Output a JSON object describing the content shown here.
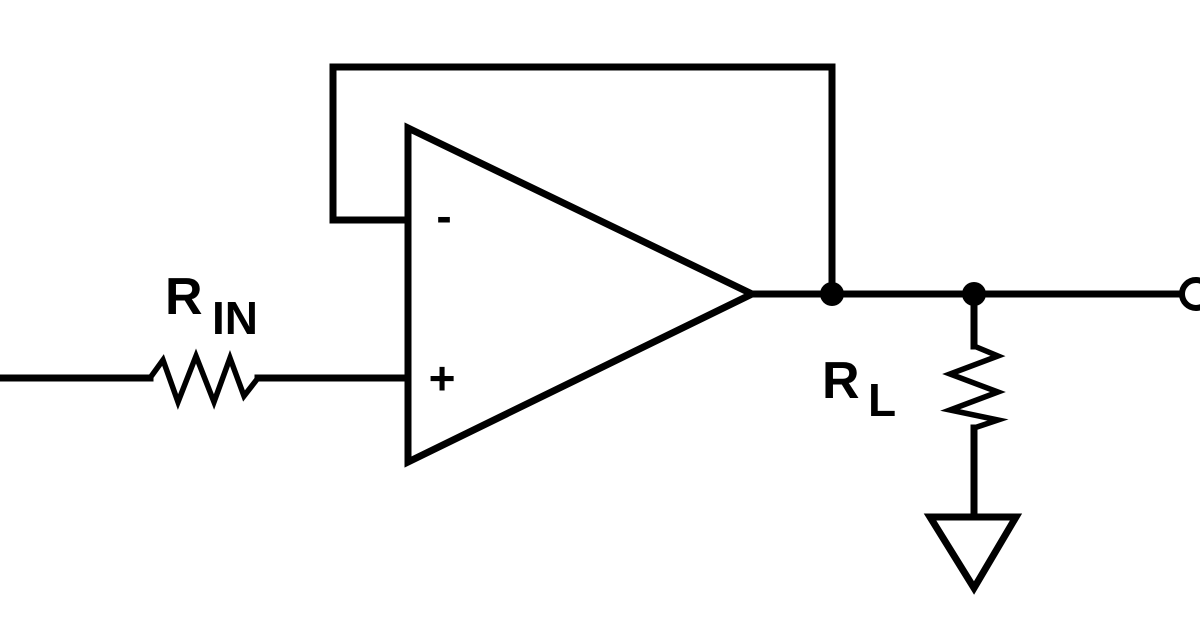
{
  "labels": {
    "r_in_main": "R",
    "r_in_sub": "IN",
    "r_l_main": "R",
    "r_l_sub": "L",
    "minus": "-",
    "plus": "+"
  },
  "colors": {
    "stroke": "#000000",
    "background": "#ffffff"
  }
}
